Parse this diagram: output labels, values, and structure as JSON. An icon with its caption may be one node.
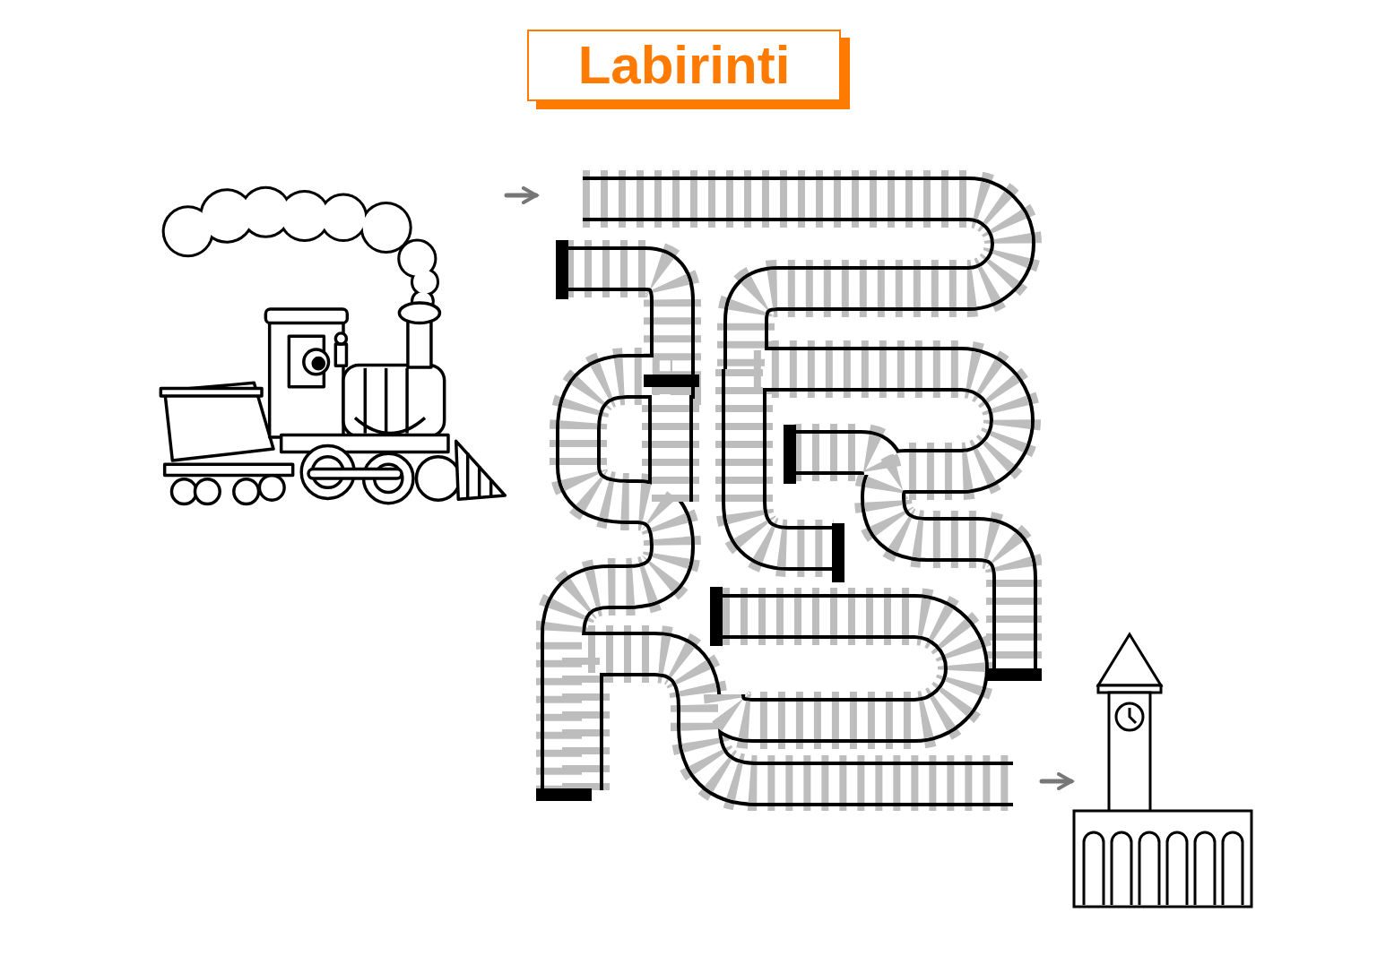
{
  "diagram": {
    "title": "Labirinti",
    "nodes": [
      {
        "text": [],
        "shape": "picture"
      },
      {
        "text": [],
        "shape": "picture"
      },
      {
        "text": [],
        "shape": "picture"
      }
    ],
    "edges": [
      {
        "from": 0,
        "to": 1,
        "arrow": "to"
      },
      {
        "from": 1,
        "to": 2,
        "arrow": "to"
      }
    ]
  }
}
